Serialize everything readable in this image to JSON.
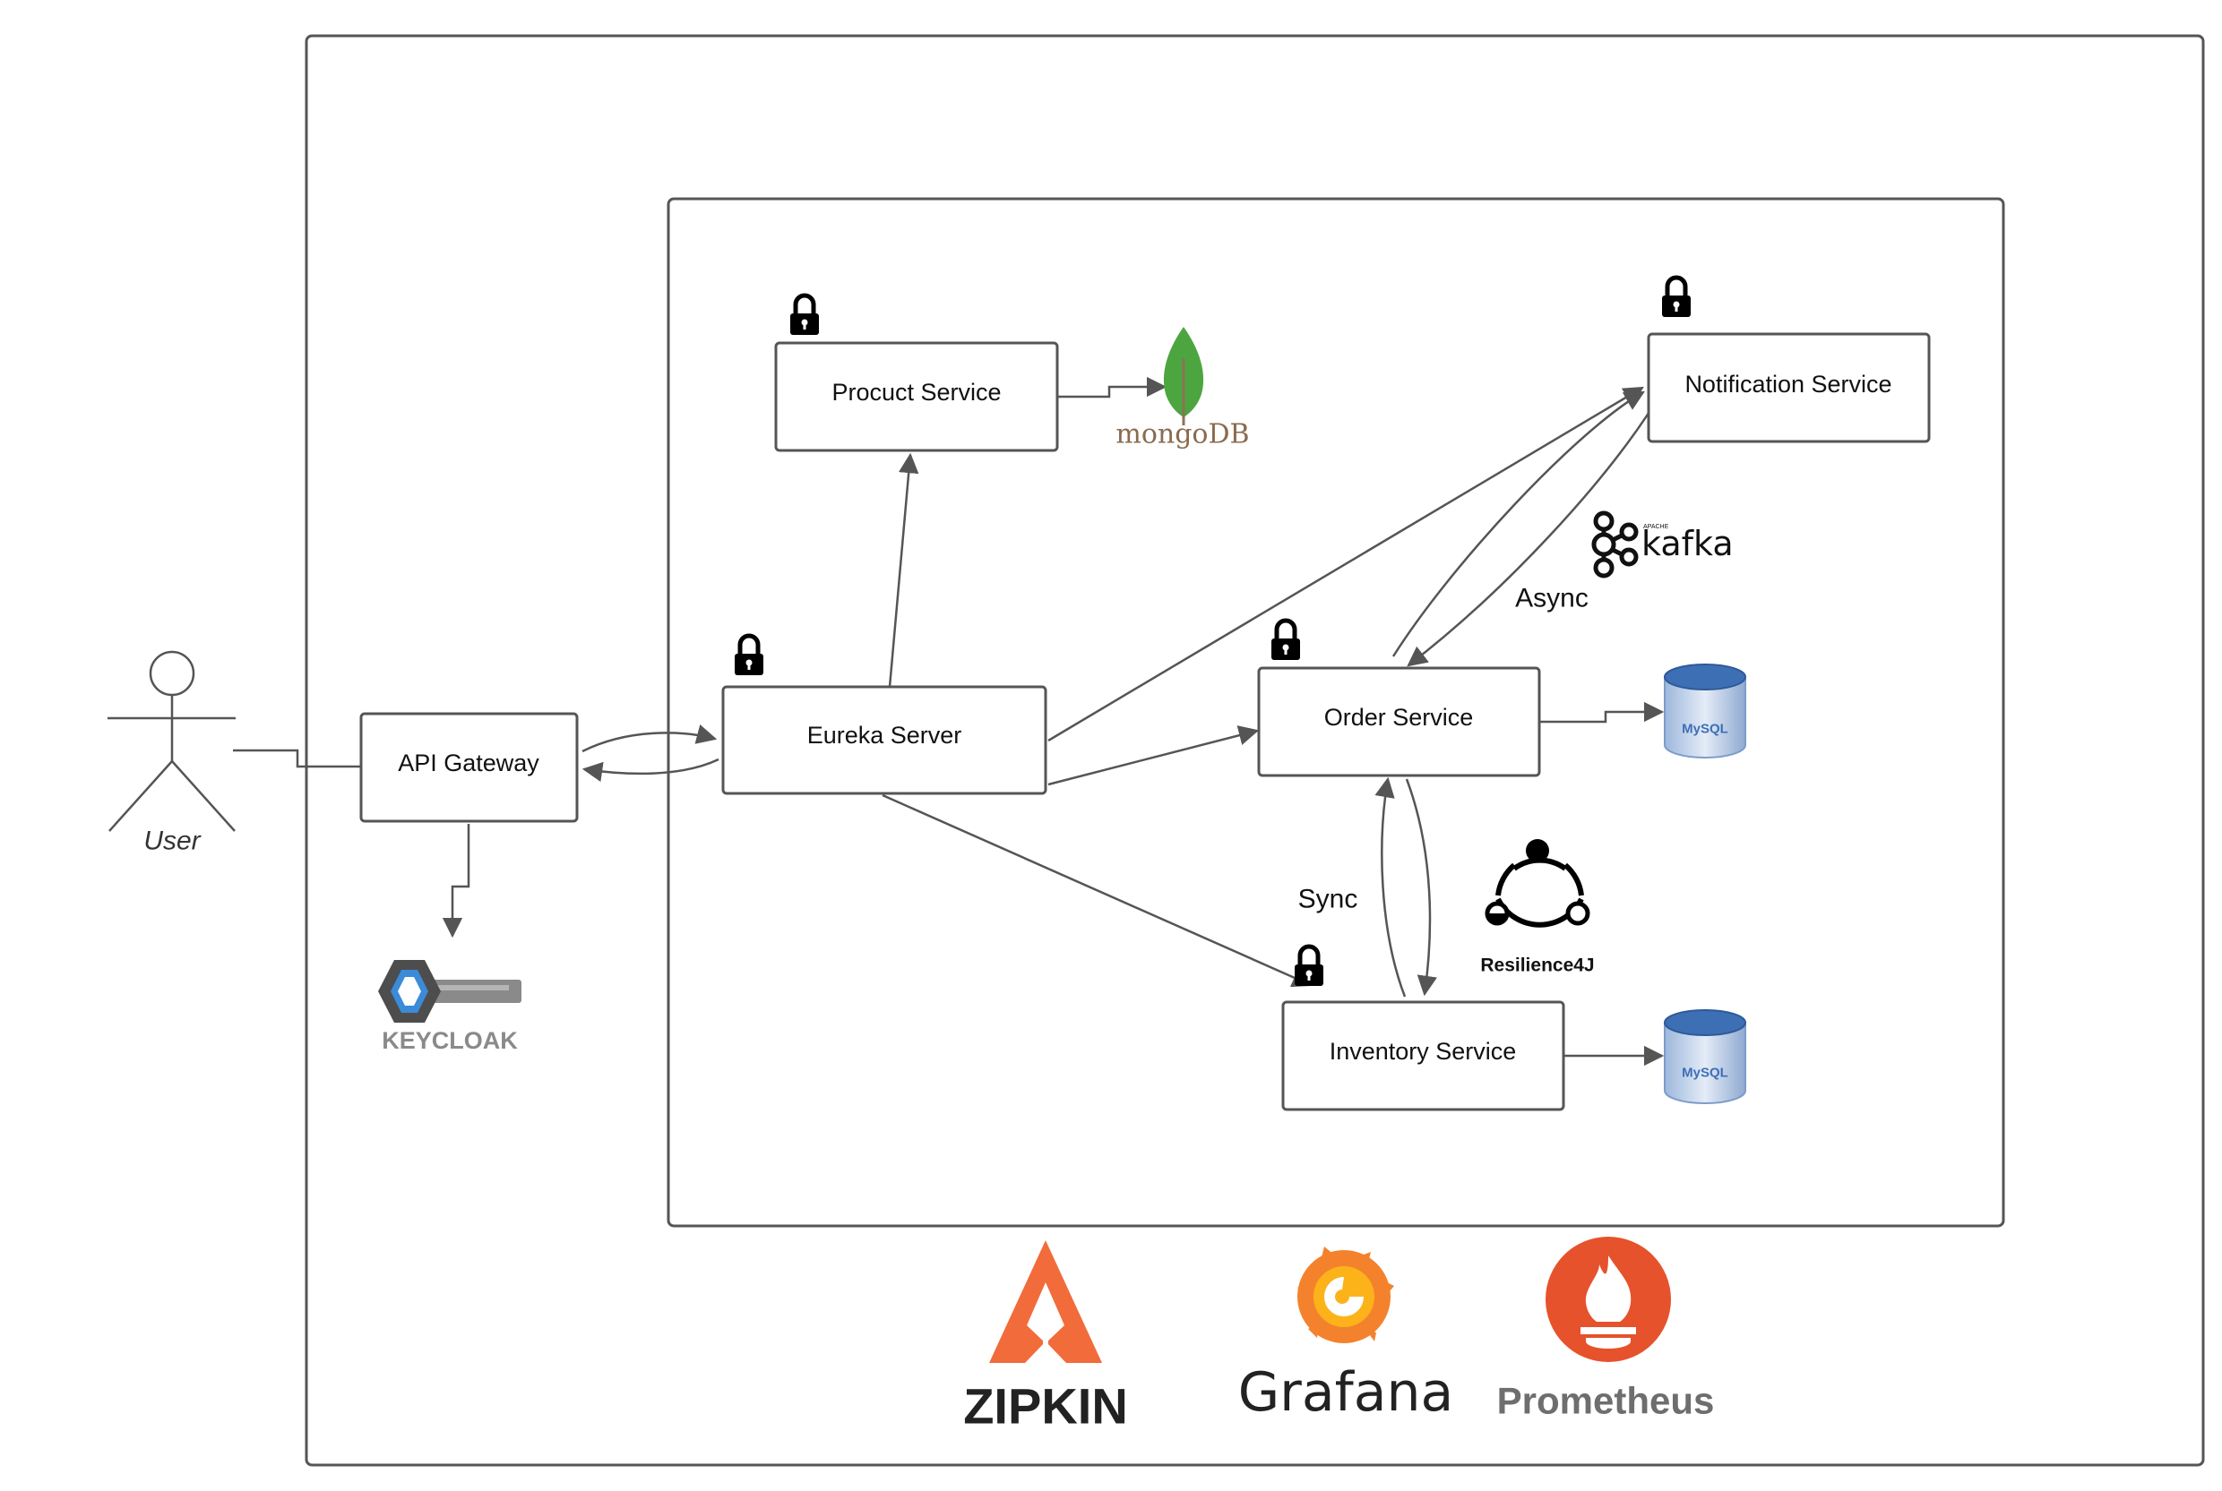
{
  "actor": {
    "label": "User"
  },
  "nodes": {
    "api_gateway": "API Gateway",
    "eureka_server": "Eureka Server",
    "product_service": "Procuct Service",
    "order_service": "Order Service",
    "inventory_service": "Inventory Service",
    "notification_service": "Notification Service"
  },
  "edge_labels": {
    "async": "Async",
    "sync": "Sync"
  },
  "logos": {
    "mongodb": "mongoDB",
    "kafka": "kafka",
    "kafka_small": "APACHE",
    "mysql": "MySQL",
    "keycloak": "KEYCLOAK",
    "resilience4j": "Resilience4J",
    "zipkin": "ZIPKIN",
    "grafana": "Grafana",
    "prometheus": "Prometheus"
  },
  "colors": {
    "frame": "#555555",
    "edge": "#555555",
    "mongodb_green": "#4DA53F",
    "mongodb_text": "#8B6A4E",
    "mysql_blue": "#3D6FB5",
    "zipkin_orange": "#F26B3A",
    "grafana_orange": "#F4822C",
    "prometheus_orange": "#E6522C",
    "keycloak_gray": "#8A8A8A"
  }
}
